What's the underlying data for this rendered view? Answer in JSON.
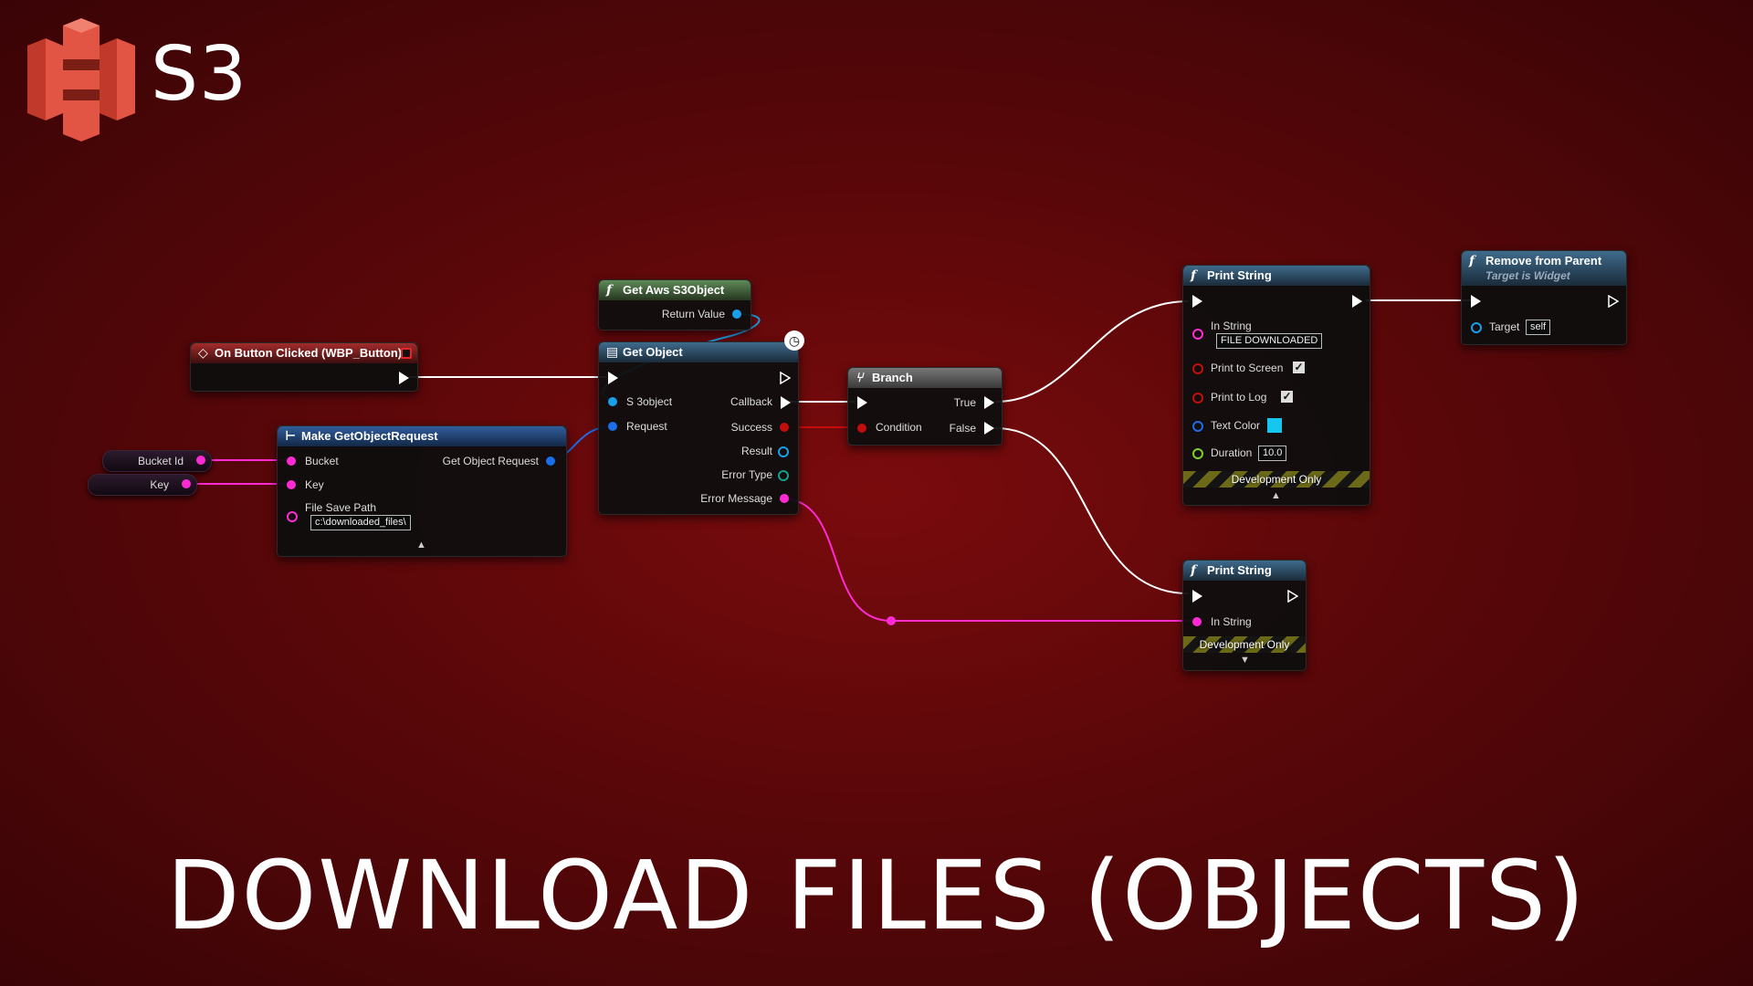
{
  "logo": {
    "text": "S3",
    "color": "#d9473b"
  },
  "title": "DOWNLOAD FILES (OBJECTS)",
  "colors": {
    "background": "#5a0709",
    "string_pin": "#ff2ad4",
    "object_pin": "#1aa0e8",
    "bool_pin": "#c40d0d",
    "exec_wire": "#ffffff"
  },
  "nodes": {
    "on_button_clicked": {
      "title": "On Button Clicked (WBP_Button)",
      "icon": "event-diamond-icon"
    },
    "get_aws_s3object": {
      "title": "Get Aws S3Object",
      "return_value": "Return Value",
      "icon": "function-icon"
    },
    "get_object": {
      "title": "Get Object",
      "s3object": "S 3object",
      "request": "Request",
      "callback": "Callback",
      "success": "Success",
      "result": "Result",
      "error_type": "Error Type",
      "error_message": "Error Message",
      "icon": "function-icon"
    },
    "make_request": {
      "title": "Make GetObjectRequest",
      "bucket": "Bucket",
      "key": "Key",
      "file_save_path": "File Save Path",
      "file_save_path_value": "c:\\downloaded_files\\",
      "output": "Get Object Request",
      "icon": "make-struct-icon"
    },
    "bucket_var": {
      "label": "Bucket Id"
    },
    "key_var": {
      "label": "Key"
    },
    "branch": {
      "title": "Branch",
      "condition": "Condition",
      "true_label": "True",
      "false_label": "False",
      "icon": "branch-icon"
    },
    "print_string_1": {
      "title": "Print String",
      "in_string": "In String",
      "in_string_value": "FILE DOWNLOADED",
      "print_to_screen": "Print to Screen",
      "print_to_log": "Print to Log",
      "text_color": "Text Color",
      "text_color_value": "#17c6ee",
      "duration": "Duration",
      "duration_value": "10.0",
      "dev_only": "Development Only"
    },
    "remove_from_parent": {
      "title": "Remove from Parent",
      "subtitle": "Target is Widget",
      "target": "Target",
      "target_value": "self"
    },
    "print_string_2": {
      "title": "Print String",
      "in_string": "In String",
      "dev_only": "Development Only"
    }
  }
}
